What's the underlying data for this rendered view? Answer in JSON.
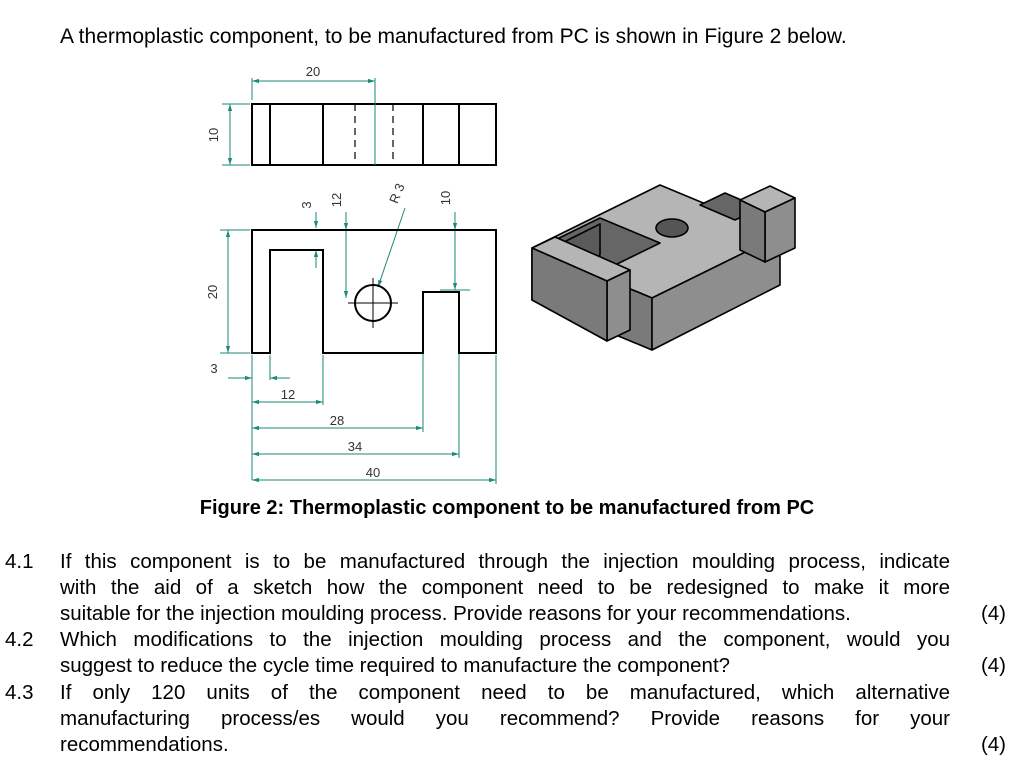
{
  "intro": "A thermoplastic component, to be manufactured from PC is shown in Figure 2 below.",
  "figure": {
    "caption": "Figure 2: Thermoplastic component to be manufactured from PC",
    "dimensions": {
      "top_width": "20",
      "top_height": "10",
      "d3_top": "3",
      "d12_top": "12",
      "radius": "R 3",
      "d10_right": "10",
      "front_height": "20",
      "d3_left": "3",
      "d12": "12",
      "d28": "28",
      "d34": "34",
      "d40": "40"
    }
  },
  "questions": [
    {
      "number": "4.1",
      "lines": [
        "If this component is to be manufactured through the injection moulding process, indicate",
        "with the aid of a sketch how the component need to be redesigned to make it more",
        "suitable for the injection moulding process. Provide reasons for your recommendations."
      ],
      "marks": "(4)"
    },
    {
      "number": "4.2",
      "lines": [
        "Which modifications to the injection moulding process and the component, would you",
        "suggest to reduce the cycle time required to manufacture the component?"
      ],
      "marks": "(4)"
    },
    {
      "number": "4.3",
      "lines": [
        "If only 120 units of the component need to be manufactured, which alternative",
        "manufacturing process/es would you recommend? Provide reasons for your",
        "recommendations."
      ],
      "marks": "(4)"
    }
  ]
}
